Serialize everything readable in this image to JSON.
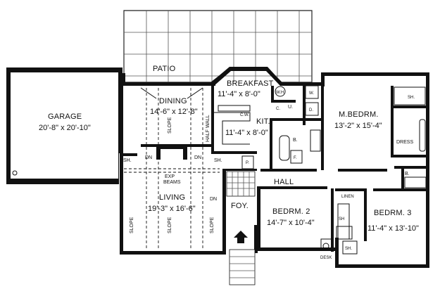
{
  "rooms": {
    "patio": {
      "name": "PATIO"
    },
    "breakfast": {
      "name": "BREAKFAST",
      "dim": "11'-4\" x 8'-0\""
    },
    "dining": {
      "name": "DINING",
      "dim": "14'-6\" x 12'-8\""
    },
    "garage": {
      "name": "GARAGE",
      "dim": "20'-8\" x 20'-10\""
    },
    "kitchen": {
      "name": "KIT.",
      "dim": "11'-4\" x 8'-0\""
    },
    "master": {
      "name": "M.BEDRM.",
      "dim": "13'-2\" x 15'-4\""
    },
    "living": {
      "name": "LIVING",
      "dim": "19'-3\" x 16'-6\""
    },
    "foyer": {
      "name": "FOY."
    },
    "hall": {
      "name": "HALL"
    },
    "bedroom2": {
      "name": "BEDRM. 2",
      "dim": "14'-7\" x 10'-4\""
    },
    "bedroom3": {
      "name": "BEDRM. 3",
      "dim": "11'-4\" x 13'-10\""
    }
  },
  "labels": {
    "slope": "SLOPE",
    "half_wall": "HALF WALL",
    "dn": "DN",
    "sh": "SH.",
    "sh_short": "SH",
    "exp_beams_1": "EXP",
    "exp_beams_2": "BEAMS",
    "cw": "C.W.",
    "bath": "B.",
    "utility": "U.",
    "dress": "DRESS",
    "linen": "LINEN",
    "desk": "DESK",
    "pantry": "P.",
    "closet_c": "C.",
    "closet_f": "F.",
    "wh": "W.H.",
    "washer": "W.",
    "dryer": "D."
  }
}
